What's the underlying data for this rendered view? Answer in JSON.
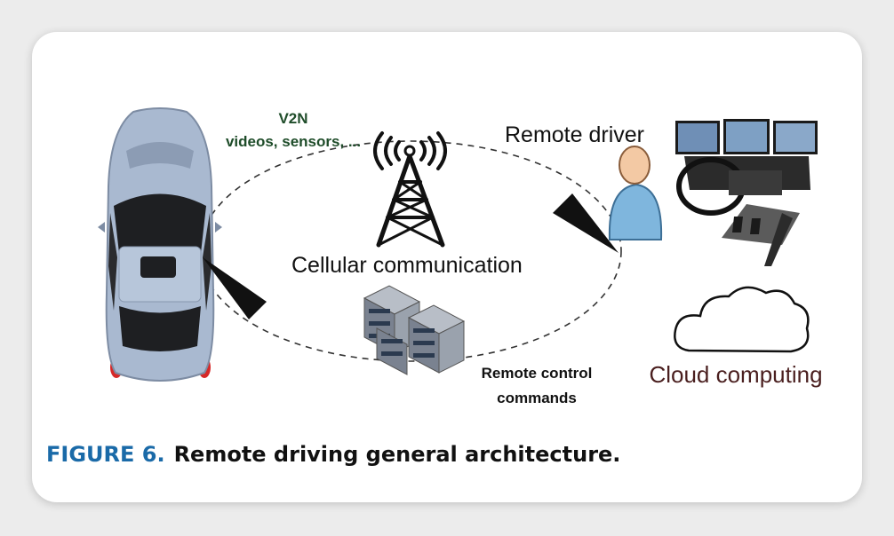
{
  "labels": {
    "v2n": "V2N",
    "v2n_detail": "videos, sensors, ...",
    "remote_driver": "Remote driver",
    "cellular": "Cellular communication",
    "remote_control_1": "Remote control",
    "remote_control_2": "commands",
    "cloud": "Cloud computing"
  },
  "caption": {
    "figure": "FIGURE 6.",
    "text": "Remote driving general architecture."
  },
  "colors": {
    "v2n_text": "#1f4d2a",
    "cloud_text": "#4a1f1f",
    "figure_label": "#1a6aa8",
    "car_body": "#a9b9d0"
  }
}
